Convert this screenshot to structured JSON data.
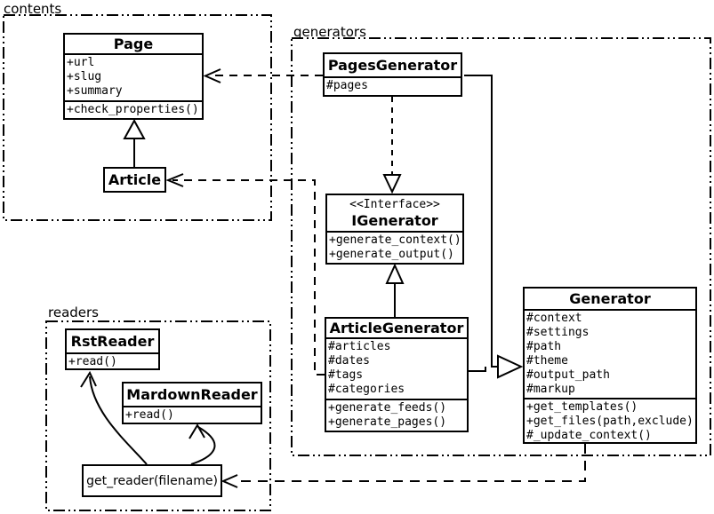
{
  "diagram": {
    "colors": {
      "line": "#000000",
      "background": "#ffffff"
    }
  },
  "packages": {
    "contents": {
      "label": "contents"
    },
    "generators": {
      "label": "generators"
    },
    "readers": {
      "label": "readers"
    }
  },
  "classes": {
    "page": {
      "title": "Page",
      "attributes": [
        "+url",
        "+slug",
        "+summary"
      ],
      "methods": [
        "+check_properties()"
      ]
    },
    "article": {
      "title": "Article"
    },
    "pages_generator": {
      "title": "PagesGenerator",
      "attributes": [
        "#pages"
      ]
    },
    "igenerator": {
      "stereotype": "<<Interface>>",
      "title": "IGenerator",
      "methods": [
        "+generate_context()",
        "+generate_output()"
      ]
    },
    "article_generator": {
      "title": "ArticleGenerator",
      "attributes": [
        "#articles",
        "#dates",
        "#tags",
        "#categories"
      ],
      "methods": [
        "+generate_feeds()",
        "+generate_pages()"
      ]
    },
    "generator": {
      "title": "Generator",
      "attributes": [
        "#context",
        "#settings",
        "#path",
        "#theme",
        "#output_path",
        "#markup"
      ],
      "methods": [
        "+get_templates()",
        "+get_files(path,exclude)",
        "#_update_context()"
      ]
    },
    "rst_reader": {
      "title": "RstReader",
      "methods": [
        "+read()"
      ]
    },
    "mardown_reader": {
      "title": "MardownReader",
      "methods": [
        "+read()"
      ]
    },
    "get_reader": {
      "title": "get_reader(filename)"
    }
  },
  "relationships": [
    {
      "from": "Article",
      "to": "Page",
      "type": "generalization"
    },
    {
      "from": "PagesGenerator",
      "to": "Page",
      "type": "dependency"
    },
    {
      "from": "PagesGenerator",
      "to": "IGenerator",
      "type": "realization"
    },
    {
      "from": "ArticleGenerator",
      "to": "IGenerator",
      "type": "generalization"
    },
    {
      "from": "PagesGenerator",
      "to": "Generator",
      "type": "generalization"
    },
    {
      "from": "ArticleGenerator",
      "to": "Generator",
      "type": "generalization"
    },
    {
      "from": "ArticleGenerator",
      "to": "Article",
      "type": "dependency"
    },
    {
      "from": "Generator",
      "to": "get_reader(filename)",
      "type": "dependency"
    },
    {
      "from": "get_reader(filename)",
      "to": "RstReader",
      "type": "call"
    },
    {
      "from": "get_reader(filename)",
      "to": "MardownReader",
      "type": "call"
    }
  ]
}
